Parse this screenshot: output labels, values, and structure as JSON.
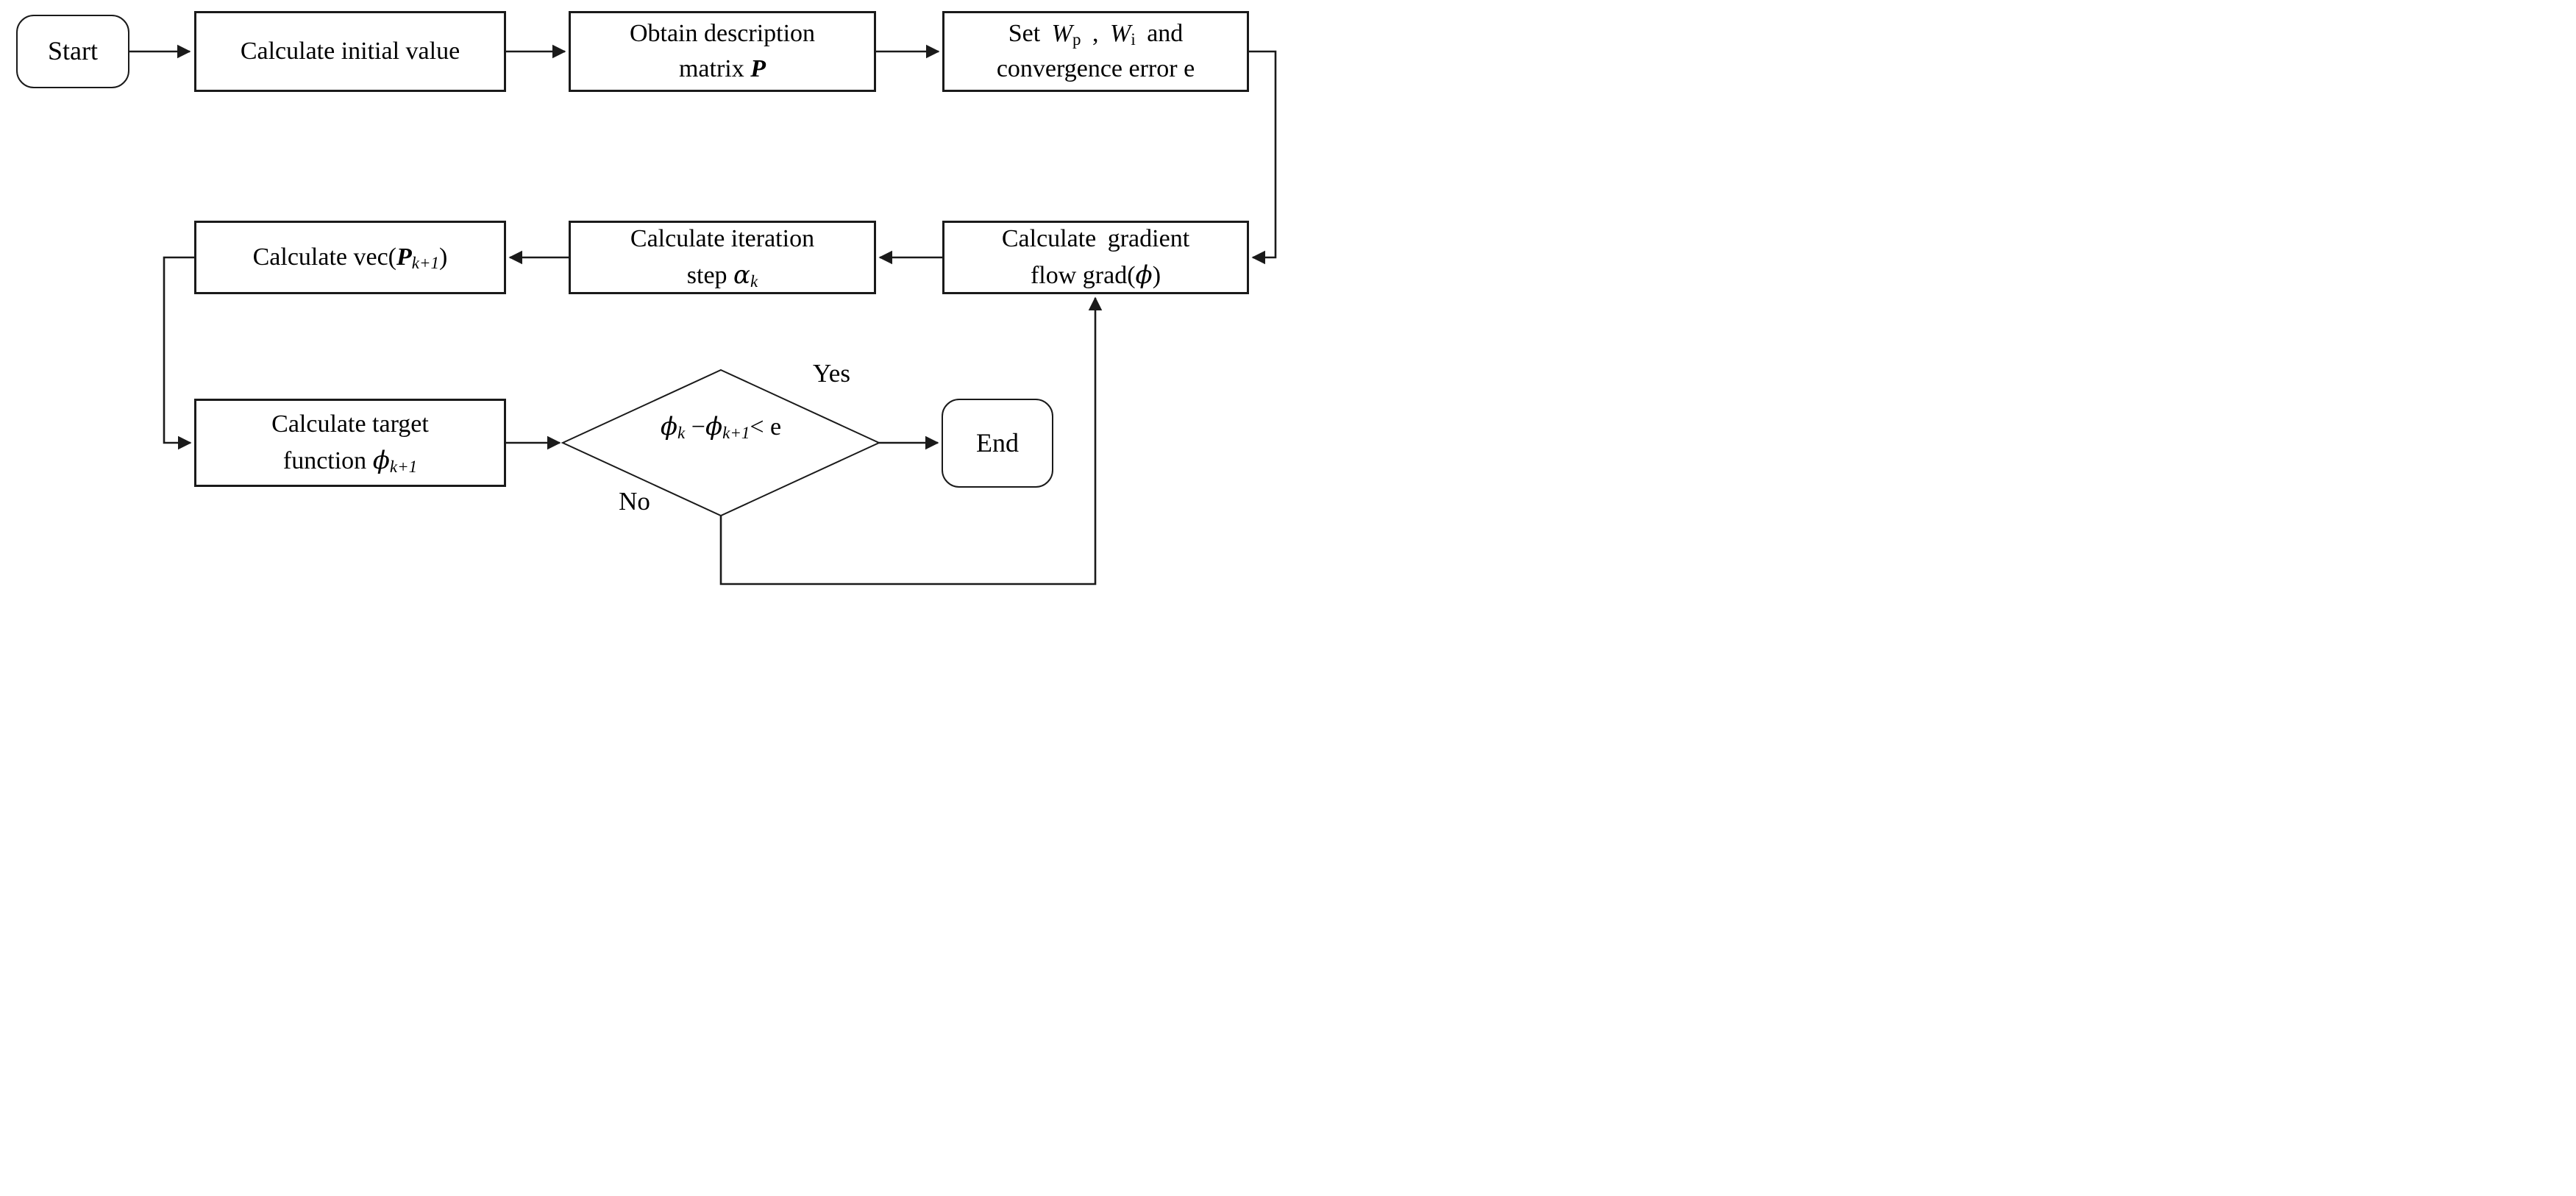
{
  "colors": {
    "line": "#1a1a1a",
    "box_fill": "#ffffff",
    "background": "#ffffff",
    "text": "#000000"
  },
  "nodes": {
    "start": {
      "type": "terminator",
      "label": "Start"
    },
    "calc_initial": {
      "type": "process",
      "label": "Calculate initial value"
    },
    "obtain_matrix": {
      "type": "process",
      "line1": "Obtain description",
      "line2_pre": "matrix ",
      "line2_math": "P"
    },
    "set_weights": {
      "type": "process",
      "l1_set": "Set ",
      "w1": "W",
      "w1_sub": "p",
      "comma": " , ",
      "w2": "W",
      "w2_sub": "i",
      "l1_and": " and",
      "line2": "convergence error e"
    },
    "gradient_flow": {
      "type": "process",
      "line1": "Calculate gradient",
      "l2_pre": "flow grad(",
      "l2_phi": "ϕ",
      "l2_close": ")"
    },
    "iteration_step": {
      "type": "process",
      "line1": "Calculate iteration",
      "l2_pre": "step ",
      "l2_alpha": "α",
      "l2_sub": "k"
    },
    "vec_p": {
      "type": "process",
      "pre": "Calculate vec(",
      "p": "P",
      "sub": "k+1",
      "close": ")"
    },
    "target_function": {
      "type": "process",
      "line1": "Calculate target",
      "l2_pre": "function ",
      "l2_phi": "ϕ",
      "l2_sub": "k+1"
    },
    "decision": {
      "type": "decision",
      "phi1": "ϕ",
      "sub1": "k",
      "minus": " −",
      "phi2": "ϕ",
      "sub2": "k+1",
      "lt": "< e"
    },
    "end": {
      "type": "terminator",
      "label": "End"
    }
  },
  "edge_labels": {
    "yes": "Yes",
    "no": "No"
  },
  "edges": [
    {
      "from": "start",
      "to": "calc_initial"
    },
    {
      "from": "calc_initial",
      "to": "obtain_matrix"
    },
    {
      "from": "obtain_matrix",
      "to": "set_weights"
    },
    {
      "from": "set_weights",
      "to": "gradient_flow"
    },
    {
      "from": "gradient_flow",
      "to": "iteration_step"
    },
    {
      "from": "iteration_step",
      "to": "vec_p"
    },
    {
      "from": "vec_p",
      "to": "target_function"
    },
    {
      "from": "target_function",
      "to": "decision"
    },
    {
      "from": "decision",
      "to": "end",
      "label": "Yes"
    },
    {
      "from": "decision",
      "to": "gradient_flow",
      "label": "No"
    }
  ]
}
